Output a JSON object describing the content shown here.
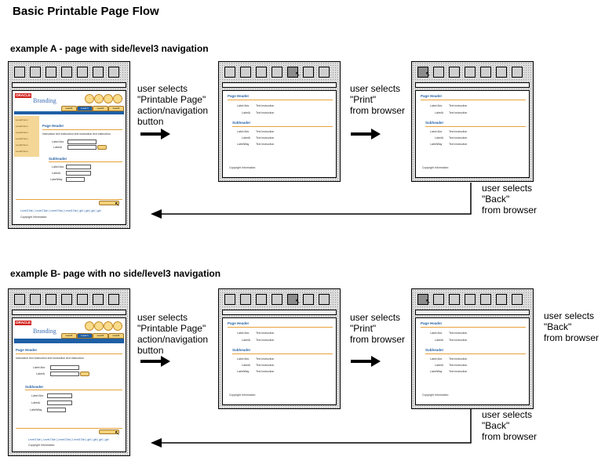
{
  "title": "Basic Printable Page Flow",
  "example_a": {
    "heading": "example A - page with side/level3 navigation",
    "caption_1": "user selects\n\"Printable Page\"\naction/navigation\nbutton",
    "caption_2": "user selects\n\"Print\"\nfrom browser",
    "caption_back": "user selects\n\"Back\"\nfrom browser"
  },
  "example_b": {
    "heading": "example B- page with no side/level3 navigation",
    "caption_1": "user selects\n\"Printable Page\"\naction/navigation\nbutton",
    "caption_2": "user selects\n\"Print\"\nfrom browser",
    "caption_back_right": "user selects\n\"Back\"\nfrom browser",
    "caption_back": "user selects\n\"Back\"\nfrom browser"
  },
  "mock": {
    "oracle": "ORACLE",
    "branding": "Branding",
    "page_header": "Page Header",
    "subheader": "Subheader",
    "instruction": "Instruction text instruction text instruction text instruction",
    "label1": "Label Abc",
    "label2": "LabelA",
    "label3": "LabelWay",
    "text1": "Text instruction",
    "printable_btn": "Printable Page",
    "footer_links": "Level1Tab | Level1Tab | Level1Tab | Level1Tab | gbl | gbl | gbl | gbl",
    "copyright": "Copyright Information",
    "tab1": "Level1",
    "tab2": "Level 1",
    "side_items": [
      "Level3 Item",
      "Level3 Item",
      "Level3 Item",
      "Level3 Item",
      "Level3 Item",
      "Level3 Item"
    ]
  },
  "icons": {
    "arrow_right": "arrow-right-icon",
    "arrow_back": "arrow-back-icon",
    "cursor": "cursor-icon"
  },
  "colors": {
    "accent_orange": "#e7a23d",
    "header_blue": "#2a64a6",
    "oracle_red": "#d2231f"
  }
}
